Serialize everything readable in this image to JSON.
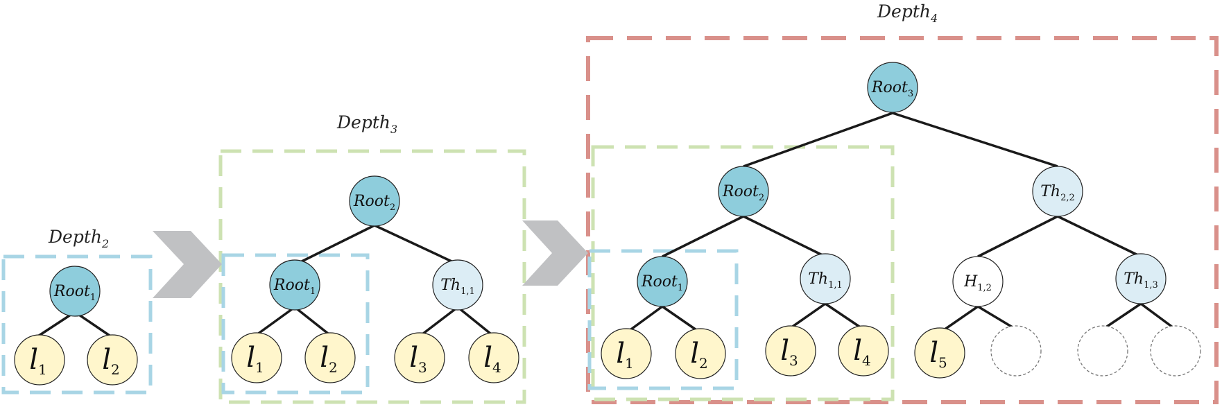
{
  "colors": {
    "root_fill": "#8ecddc",
    "threshold_fill": "#dcedf5",
    "helper_fill": "#ffffff",
    "leaf_fill": "#fff6cc",
    "node_stroke": "#222222",
    "frame_depth2": "#a8d5e5",
    "frame_depth3": "#cde2b2",
    "frame_depth4": "#d9908a",
    "arrow": "#c0c1c3",
    "edge": "#1a1a1a"
  },
  "labels": {
    "depth2": {
      "base": "Depth",
      "sub": "2"
    },
    "depth3": {
      "base": "Depth",
      "sub": "3"
    },
    "depth4": {
      "base": "Depth",
      "sub": "4"
    }
  },
  "nodes": {
    "p1_root1": {
      "base": "Root",
      "sub": "1"
    },
    "p1_l1": {
      "base": "l",
      "sub": "1"
    },
    "p1_l2": {
      "base": "l",
      "sub": "2"
    },
    "p2_root2": {
      "base": "Root",
      "sub": "2"
    },
    "p2_root1": {
      "base": "Root",
      "sub": "1"
    },
    "p2_th11": {
      "base": "Th",
      "sub": "1,1"
    },
    "p2_l1": {
      "base": "l",
      "sub": "1"
    },
    "p2_l2": {
      "base": "l",
      "sub": "2"
    },
    "p2_l3": {
      "base": "l",
      "sub": "3"
    },
    "p2_l4": {
      "base": "l",
      "sub": "4"
    },
    "p3_root3": {
      "base": "Root",
      "sub": "3"
    },
    "p3_root2": {
      "base": "Root",
      "sub": "2"
    },
    "p3_th22": {
      "base": "Th",
      "sub": "2,2"
    },
    "p3_root1": {
      "base": "Root",
      "sub": "1"
    },
    "p3_th11": {
      "base": "Th",
      "sub": "1,1"
    },
    "p3_h12": {
      "base": "H",
      "sub": "1,2"
    },
    "p3_th13": {
      "base": "Th",
      "sub": "1,3"
    },
    "p3_l1": {
      "base": "l",
      "sub": "1"
    },
    "p3_l2": {
      "base": "l",
      "sub": "2"
    },
    "p3_l3": {
      "base": "l",
      "sub": "3"
    },
    "p3_l4": {
      "base": "l",
      "sub": "4"
    },
    "p3_l5": {
      "base": "l",
      "sub": "5"
    }
  }
}
